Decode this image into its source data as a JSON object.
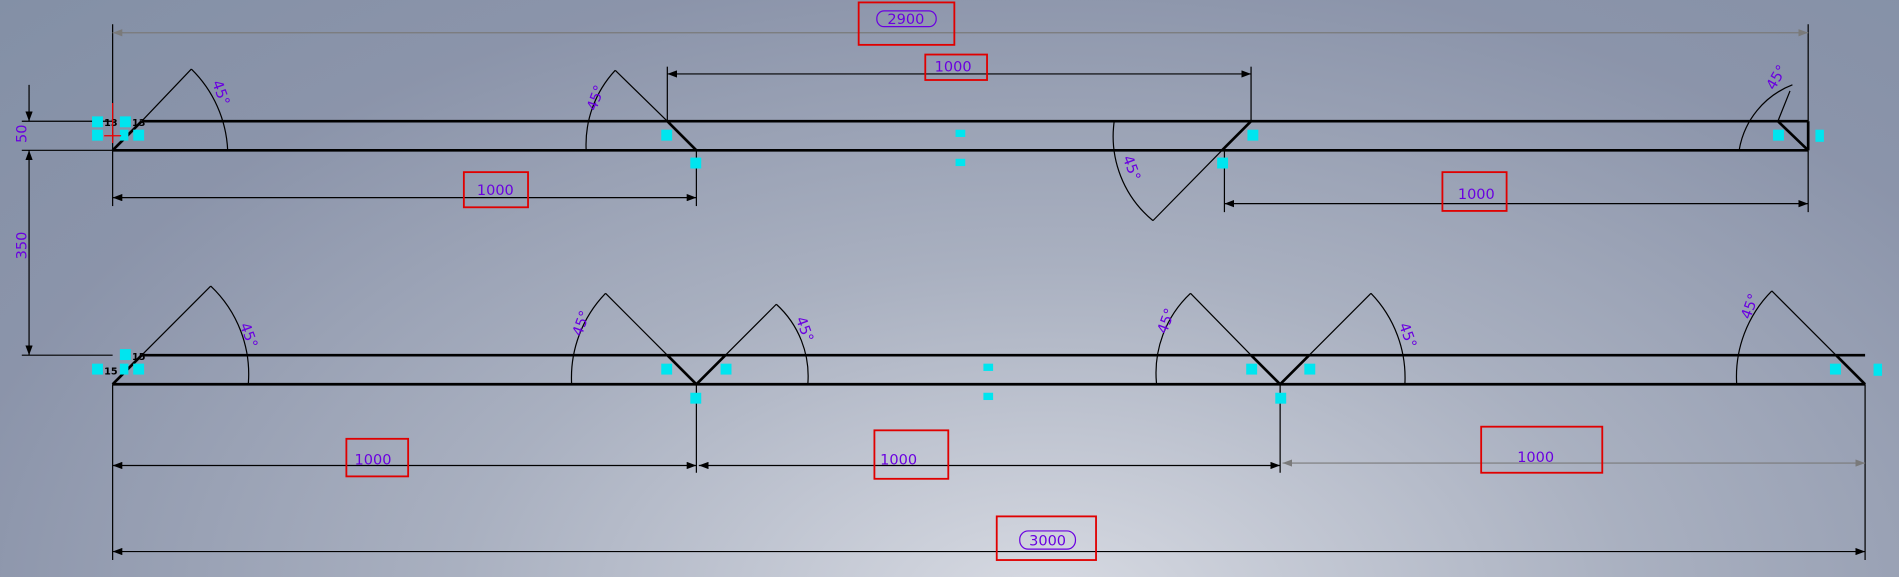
{
  "sketch": {
    "dimensions": {
      "top_overall": "2900",
      "top_middle": "1000",
      "top_left": "1000",
      "top_right": "1000",
      "height": "50",
      "spacing": "350",
      "bottom_left": "1000",
      "bottom_middle": "1000",
      "bottom_right": "1000",
      "bottom_overall": "3000"
    },
    "angle_label": "45°",
    "relation_labels": [
      "13",
      "15",
      "13",
      "15"
    ],
    "colors": {
      "dimension": "#6a00e0",
      "highlight": "#e00000",
      "relation": "#00e5ef"
    }
  }
}
